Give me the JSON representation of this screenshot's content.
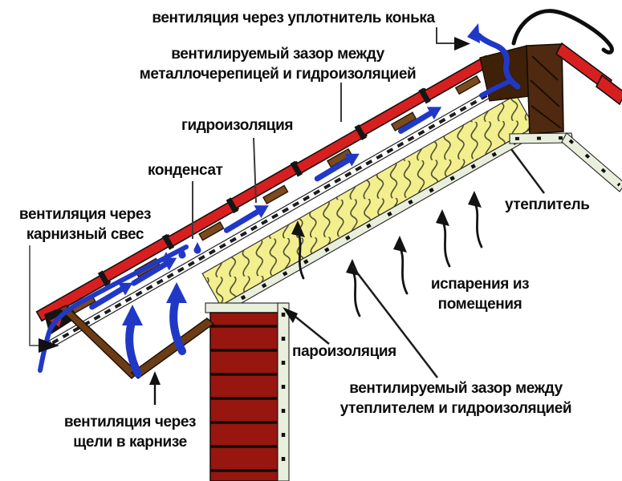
{
  "labels": {
    "ridge_seal": "вентиляция через уплотнитель конька",
    "gap_metal": "вентилируемый зазор между\nметаллочерепицей и гидроизоляцией",
    "waterproofing": "гидроизоляция",
    "condensate": "конденсат",
    "eaves_vent": "вентиляция через\nкарнизный свес",
    "insulation": "утеплитель",
    "room_vapors": "испарения из\nпомещения",
    "vapor_barrier": "пароизоляция",
    "gap_insulation": "вентилируемый зазор между\nутеплителем и гидроизоляцией",
    "cornice_vent": "вентиляция через\nщели в карнизе"
  },
  "colors": {
    "tile_red": "#d81f1f",
    "brick_red": "#97160f",
    "insulation_yellow": "#f3ef8e",
    "arrow_blue": "#2138c7",
    "wood_brown": "#7b4a1e",
    "ridge_wood": "#4f2a10",
    "membrane_light": "#e9efdd",
    "outline": "#111111"
  }
}
